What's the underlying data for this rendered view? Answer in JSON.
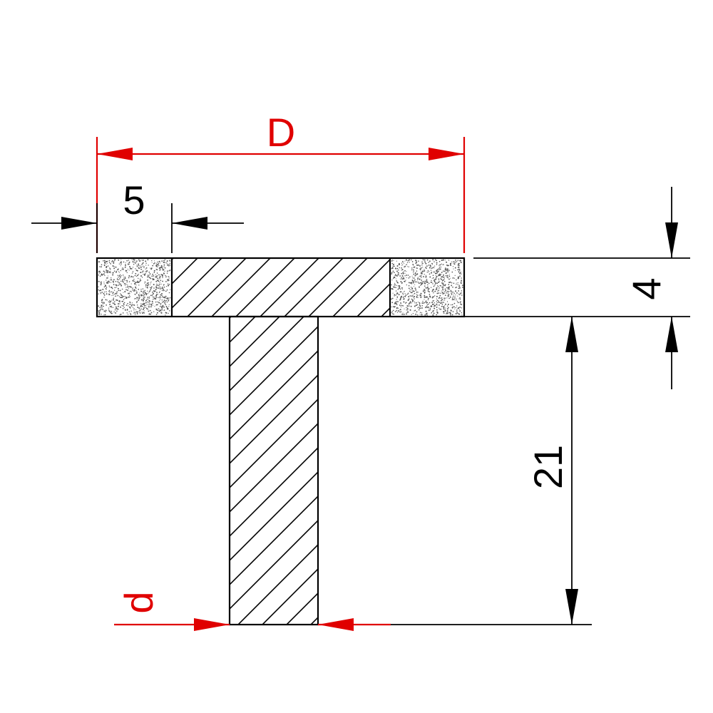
{
  "dimensions": {
    "outer_diameter": "D",
    "rim_width": "5",
    "thickness": "4",
    "shank_length": "21",
    "shank_diameter": "d"
  },
  "colors": {
    "outline": "#000000",
    "dimension_key": "#e00000",
    "abrasive_dots": "#555555"
  }
}
